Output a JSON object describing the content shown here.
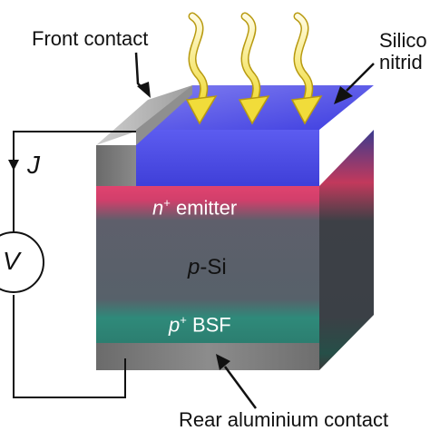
{
  "labels": {
    "front_contact": "Front contact",
    "silicon_nitride_line1": "Silico",
    "silicon_nitride_line2": "nitrid",
    "current": "J",
    "voltmeter": "V",
    "emitter": {
      "sym": "n",
      "sup": "+",
      "rest": " emitter"
    },
    "bulk": {
      "sym": "p",
      "rest": "-Si"
    },
    "bsf": {
      "sym": "p",
      "sup": "+",
      "rest": " BSF"
    },
    "rear_contact": "Rear aluminium contact"
  },
  "colors": {
    "nitride": "#4a4ae8",
    "emitter": "#d23c6a",
    "bulk": "#55606a",
    "bsf": "#2f8a7c",
    "aluminium": "#7a7a7a",
    "sunlight": "#f4e24a",
    "wire": "#111111"
  }
}
